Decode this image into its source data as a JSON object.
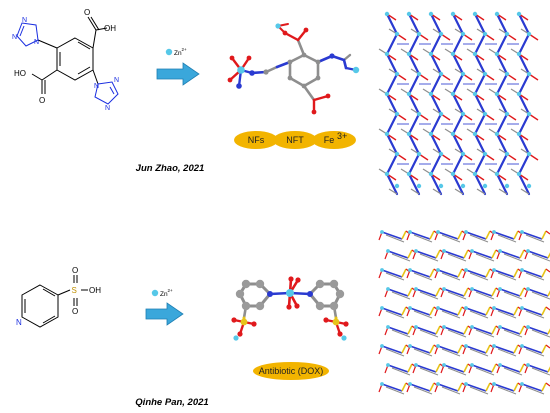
{
  "colors": {
    "arrow": "#37a3d6",
    "arrow_dark": "#1f7fb3",
    "zinc_ion": "#56c8e8",
    "pill": "#f2b400",
    "bond_blue": "#2a3ad1",
    "oxygen_red": "#e0191c",
    "sulfur_yellow": "#e7c41a",
    "carbon_grey": "#8e8e8e"
  },
  "row1": {
    "reagent": {
      "ion": "Zn",
      "charge": "2+"
    },
    "ligand_atoms": {
      "carboxyl_oh_top": "OH",
      "carboxyl_o_top": "O",
      "carboxyl_oh_bottom": "HO",
      "carboxyl_o_bottom": "O"
    },
    "targets": [
      "NFs",
      "NFT",
      "Fe"
    ],
    "fe_charge": "3+",
    "citation": "Jun Zhao, 2021"
  },
  "row2": {
    "reagent": {
      "ion": "Zn",
      "charge": "2+"
    },
    "ligand_atoms": {
      "sulfonyl_s": "S",
      "sulfonyl_oh": "OH",
      "sulfonyl_o_top": "O",
      "sulfonyl_o_bottom": "O",
      "pyridine_n": "N"
    },
    "target": "Antibiotic (DOX)",
    "citation": "Qinhe Pan, 2021"
  }
}
